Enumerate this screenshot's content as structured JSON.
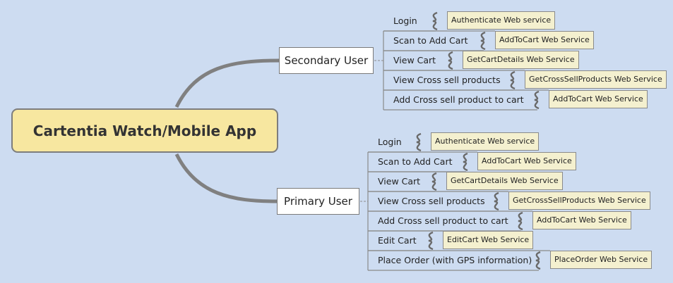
{
  "central": {
    "title": "Cartentia Watch/Mobile App"
  },
  "secondary": {
    "label": "Secondary User",
    "tasks": [
      {
        "label": "Login",
        "service": "Authenticate Web service"
      },
      {
        "label": "Scan to Add Cart",
        "service": "AddToCart Web Service"
      },
      {
        "label": "View Cart",
        "service": "GetCartDetails Web Service"
      },
      {
        "label": "View Cross sell products",
        "service": "GetCrossSellProducts Web Service"
      },
      {
        "label": "Add Cross sell product to cart",
        "service": "AddToCart Web Service"
      }
    ]
  },
  "primary": {
    "label": "Primary User",
    "tasks": [
      {
        "label": "Login",
        "service": "Authenticate Web service"
      },
      {
        "label": "Scan to Add Cart",
        "service": "AddToCart Web Service"
      },
      {
        "label": "View Cart",
        "service": "GetCartDetails Web Service"
      },
      {
        "label": "View Cross sell products",
        "service": "GetCrossSellProducts Web Service"
      },
      {
        "label": "Add Cross sell product to cart",
        "service": "AddToCart Web Service"
      },
      {
        "label": "Edit Cart",
        "service": "EditCart Web Service"
      },
      {
        "label": "Place Order (with GPS information)",
        "service": "PlaceOrder Web Service"
      }
    ]
  }
}
